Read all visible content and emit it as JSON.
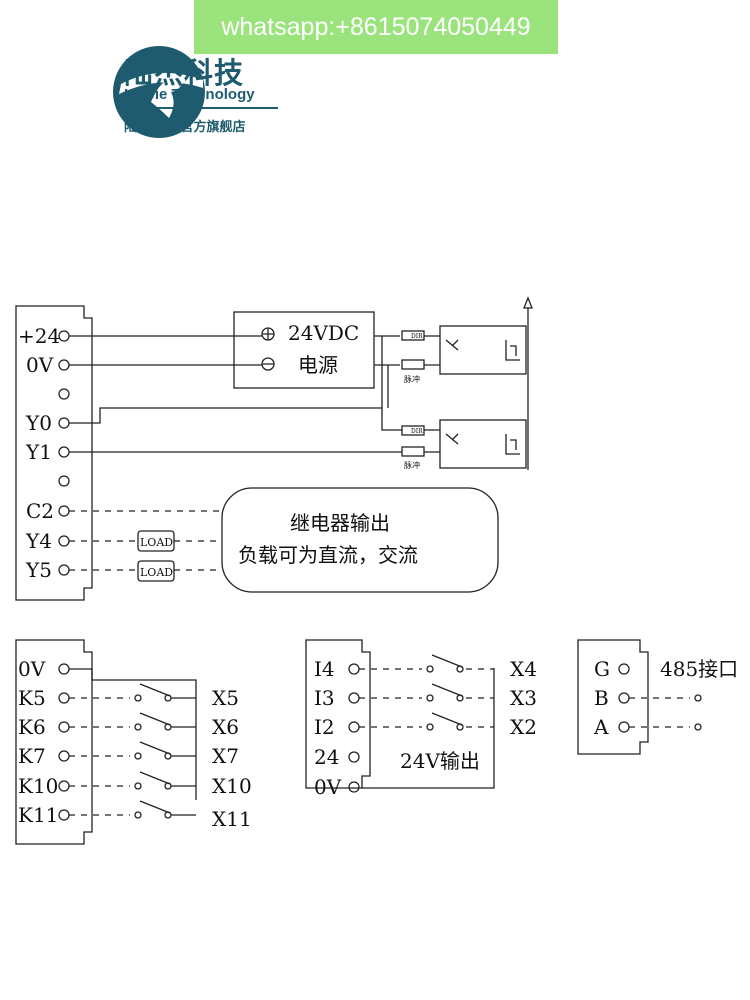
{
  "watermark": "whatsapp:+8615074050449",
  "logo": {
    "name_cn": "陆杰科技",
    "name_en": "Lu Jie Technology",
    "tagline": "陆杰科技   官方旗舰店"
  },
  "block1": {
    "pins": [
      "+24",
      "0V",
      "",
      "Y0",
      "Y1",
      "",
      "C2",
      "Y4",
      "Y5"
    ],
    "psu_label": "24VDC",
    "psu_label2": "电源",
    "load_label": "LOAD",
    "relay_note_1": "继电器输出",
    "relay_note_2": "负载可为直流，交流",
    "pulse_label": "脉冲",
    "tag": "DIR"
  },
  "block2": {
    "pins": [
      "0V",
      "K5",
      "K6",
      "K7",
      "K10",
      "K11"
    ],
    "outputs": [
      "X5",
      "X6",
      "X7",
      "X10",
      "X11"
    ]
  },
  "block3": {
    "pins": [
      "I4",
      "I3",
      "I2",
      "24",
      "0V"
    ],
    "outputs": [
      "X4",
      "X3",
      "X2"
    ],
    "note": "24V输出"
  },
  "block4": {
    "pins": [
      "G",
      "B",
      "A"
    ],
    "note": "485接口"
  }
}
